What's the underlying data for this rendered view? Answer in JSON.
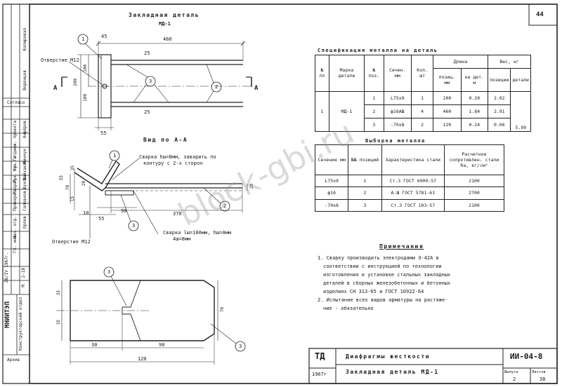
{
  "page_number": "44",
  "top_title": "Закладная деталь",
  "top_subtitle": "МД-1",
  "section_title": "Вид по А-А",
  "top_view": {
    "dim_460": "460",
    "dim_45": "45",
    "dim_25a": "25",
    "dim_25b": "25",
    "dim_55": "55",
    "dim_200": "200",
    "dim_100a": "100",
    "dim_100b": "100",
    "hole_label": "Отверстие М12",
    "section_A_left": "А",
    "section_A_right": "А",
    "callout_1": "1",
    "callout_2": "2",
    "callout_3": "3"
  },
  "section_view": {
    "weld_label": "Сварка hш=8мм, заварить по",
    "weld_label2": "контуру с 2-х сторон",
    "weld_label_bottom": "Сварка lш=180мм, hш=4мм",
    "weld_label_bottom2": "4ш=8мм",
    "hole_label": "Отверстие М12",
    "dim_70": "70",
    "dim_20": "20",
    "dim_90": "90",
    "dim_370": "370",
    "dim_55": "55",
    "dim_10": "10",
    "dim_20b": "20",
    "dim_15": "15",
    "dim_35": "35",
    "dim_55b": "55",
    "callout_1": "1",
    "callout_2": "2",
    "callout_3": "3"
  },
  "plate_view": {
    "callout_3a": "3",
    "callout_3b": "3",
    "dim_35": "35",
    "dim_35b": "35",
    "dim_70": "70",
    "dim_30": "30",
    "dim_90": "90",
    "dim_120": "120"
  },
  "spec_table": {
    "title": "Спецификация металла на деталь",
    "headers": {
      "np": "№ пп",
      "marka": "Марка детали",
      "pos": "№ поз.",
      "sechen": "Сечен. мм",
      "kol": "Кол. шт",
      "dlina": "Длина",
      "poz": "позиц. мм",
      "nadet": "на дет. м",
      "ves": "Вес, кг",
      "vpoz": "позиции",
      "vdet": "детали"
    },
    "row_np": "1",
    "row_marka": "МД-1",
    "rows": [
      {
        "pos": "1",
        "sechen": "L75х9",
        "kol": "1",
        "poz": "200",
        "nadet": "0.20",
        "vpoz": "2.02"
      },
      {
        "pos": "2",
        "sechen": "ф16АШ",
        "kol": "4",
        "poz": "460",
        "nadet": "1.84",
        "vpoz": "2.91"
      },
      {
        "pos": "3",
        "sechen": "-70х8",
        "kol": "2",
        "poz": "120",
        "nadet": "0.24",
        "vpoz": "0.06"
      }
    ],
    "total": "5.99"
  },
  "select_table": {
    "title": "Выборка металла",
    "headers": {
      "sechen": "Сечение мм",
      "pos": "№№ позиций",
      "har": "Характеристика стали",
      "rasch": "Расчетное сопротивлен. стали Rа, кг/см²"
    },
    "rows": [
      {
        "sechen": "L75х9",
        "pos": "1",
        "har": "Ст.3 ГОСТ 6909-57",
        "rasch": "2100"
      },
      {
        "sechen": "ф16",
        "pos": "2",
        "har": "А-Ш ГОСТ 5781-61",
        "rasch": "2700"
      },
      {
        "sechen": "-70х8",
        "pos": "3",
        "har": "Ст.3 ГОСТ 103-57",
        "rasch": "2100"
      }
    ]
  },
  "notes": {
    "title": "Примечания",
    "lines": [
      "1. Сварку производить электродами Э-42А в",
      "соответствии с инструкцией по технологии",
      "изготовления и установке стальных закладных",
      "деталей в сборных железобетонных и бетонных",
      "изделиях СН 313-65 и ГОСТ 10922-64",
      "2. Испытание всех видов арматуры на растяже-",
      "ние - обязательно"
    ]
  },
  "stamp": {
    "td": "ТД",
    "year": "1967г",
    "title1": "Диафрагмы жесткости",
    "title2": "Закладная деталь МД-1",
    "code": "ИИ-04-8",
    "vyp_label": "Выпуск",
    "vyp": "2",
    "list_label": "Листов",
    "list": "38"
  },
  "side_stamp": {
    "org": "МНИИТЭП",
    "dept": "Конструкторский отдел",
    "arch": "Архив",
    "copy": "Копировал",
    "agreed": "Согласо",
    "year": "28/IV 1967г.",
    "sheet_m": "М",
    "sheet_num": "2-18",
    "roles": [
      "Гл. инж. проекта",
      "Нач. отд.",
      "Рук. гр.",
      "Разраб.",
      "Проверил",
      "Нач. отд.",
      "Гл. инж."
    ],
    "names": [
      "Анфёров",
      "Жинчук",
      "Шайхаев",
      "Шукла",
      "Соловков",
      "Орлов",
      "Воронцов"
    ]
  },
  "watermark": "block-gbi.ru"
}
